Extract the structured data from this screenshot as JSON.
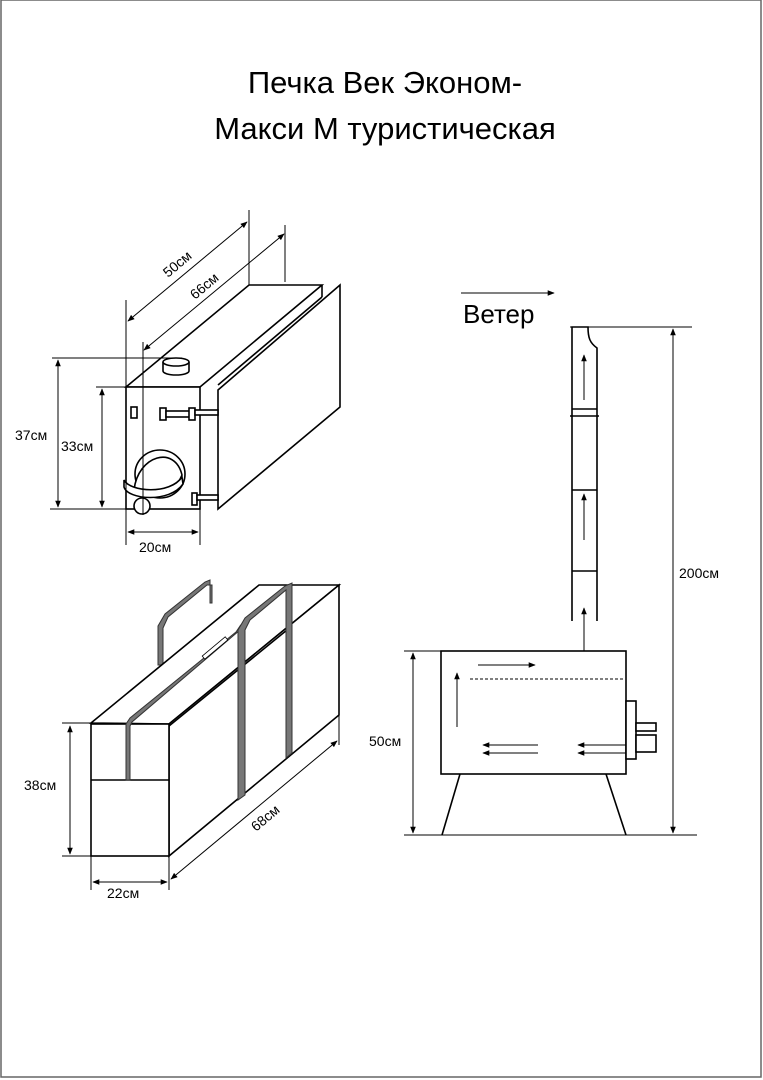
{
  "title": {
    "line1": "Печка Век Эконом-",
    "line2": "Макси М туристическая"
  },
  "stove_isometric": {
    "dimensions": {
      "length_outer": "50см",
      "length_total": "66см",
      "height_total": "37см",
      "height_body": "33см",
      "width": "20см"
    }
  },
  "bag": {
    "dimensions": {
      "height": "38см",
      "width": "22см",
      "length": "68см"
    }
  },
  "stove_side_view": {
    "wind_label": "Ветер",
    "dimensions": {
      "total_height": "200см",
      "body_height": "50см"
    }
  }
}
